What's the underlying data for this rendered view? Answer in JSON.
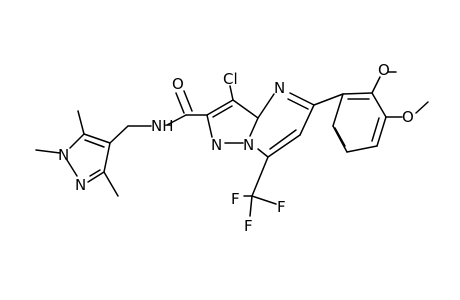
{
  "molecule": {
    "atoms": {
      "cl": "Cl",
      "o_carbonyl": "O",
      "n_amide": "NH",
      "n_pyrimidine": "N",
      "n_bridge_a": "N",
      "n_bridge_b": "N",
      "o_methoxy_top": "O",
      "o_methoxy_mid": "O",
      "f_left": "F",
      "f_right": "F",
      "f_bottom": "F",
      "n_pyrazole_methyl": "N",
      "n_pyrazole": "N"
    }
  }
}
